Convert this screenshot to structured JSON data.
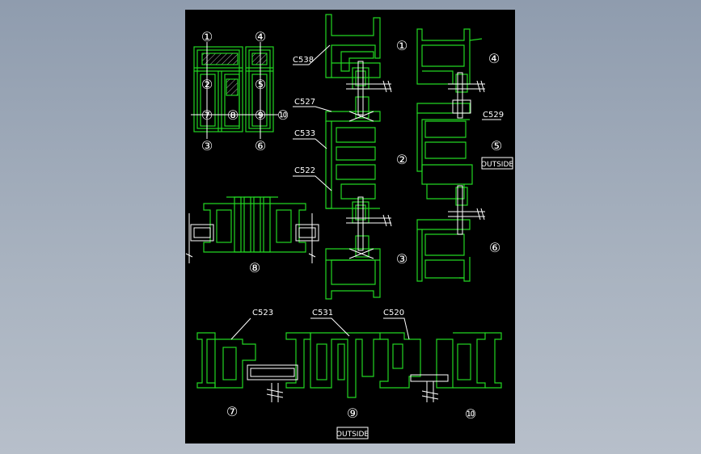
{
  "drawing": {
    "colors": {
      "background": "#000000",
      "profile": "#22d622",
      "line": "#ffffff",
      "page": "#9aa6b5"
    },
    "section_numbers": {
      "n1_top": "①",
      "n4_top": "④",
      "n2_elev": "②",
      "n5_elev": "⑤",
      "n7_elev": "⑦",
      "n8_elev": "⑧",
      "n9_elev": "⑨",
      "n10_elev": "⑩",
      "n3_elev": "③",
      "n6_elev": "⑥",
      "n1_det": "①",
      "n4_det": "④",
      "n2_det": "②",
      "n5_det": "⑤",
      "n3_det": "③",
      "n6_det": "⑥",
      "n8_det": "⑧",
      "n7_det": "⑦",
      "n9_det": "⑨",
      "n10_det": "⑩"
    },
    "profile_labels": {
      "c538": "C538",
      "c527": "C527",
      "c533": "C533",
      "c522": "C522",
      "c529": "C529",
      "c523": "C523",
      "c531": "C531",
      "c520": "C520"
    },
    "outside_labels": {
      "right": "OUTSIDE",
      "bottom": "OUTSIDE"
    }
  }
}
